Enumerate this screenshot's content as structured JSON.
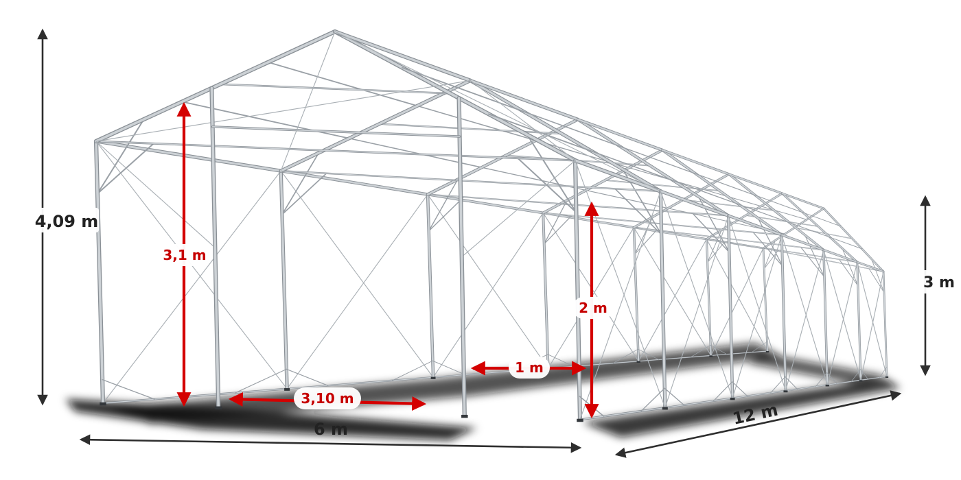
{
  "diagram": {
    "subject": "storage-tent-steel-frame-with-dimensions",
    "outer_dimensions": {
      "total_height": {
        "label": "4,09 m"
      },
      "width": {
        "label": "6 m"
      },
      "length": {
        "label": "12 m"
      },
      "side_height": {
        "label": "3 m"
      }
    },
    "inner_dimensions": {
      "door_height": {
        "label": "3,1 m"
      },
      "door_width": {
        "label": "3,10 m"
      },
      "side_opening_width": {
        "label": "1 m"
      },
      "side_opening_height": {
        "label": "2 m"
      }
    },
    "colors": {
      "dimension_dark": "#2e2e2e",
      "dimension_red": "#d40000",
      "label_red": "#c60000",
      "frame_light": "#ccd1d5",
      "frame_dark": "#8a9096",
      "brace_gray": "#9aa0a6",
      "cable_gray": "#aab0b5",
      "shadow": "#0d0d0d",
      "background": "#ffffff"
    }
  }
}
